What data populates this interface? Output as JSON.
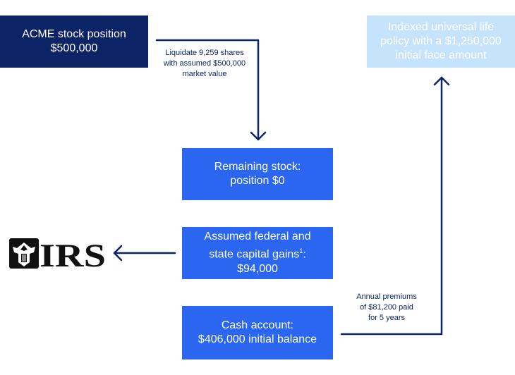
{
  "boxes": {
    "acme": {
      "line1": "ACME stock position",
      "line2": "$500,000"
    },
    "iul": {
      "line1": "Indexed universal life",
      "line2": "policy with a $1,250,000",
      "line3": "initial face amount"
    },
    "remaining": {
      "line1": "Remaining stock:",
      "line2": "position $0"
    },
    "taxes": {
      "line1": "Assumed federal and",
      "line2": "state capital gains",
      "footnote": "1",
      "line2_end": ":",
      "line3": "$94,000"
    },
    "cash": {
      "line1": "Cash account:",
      "line2": "$406,000 initial balance"
    }
  },
  "notes": {
    "liquidate": {
      "line1": "Liquidate 9,259 shares",
      "line2": "with assumed $500,000",
      "line3": "market value"
    },
    "premiums": {
      "line1": "Annual premiums",
      "line2": "of $81,200 paid",
      "line3": "for 5 years"
    }
  },
  "logo": {
    "text": "IRS",
    "icon": "irs-eagle-seal-icon"
  },
  "colors": {
    "dark_navy": "#0c2466",
    "blue": "#2b66f0",
    "light_blue": "#c5e3fb",
    "arrow": "#0c2466"
  }
}
